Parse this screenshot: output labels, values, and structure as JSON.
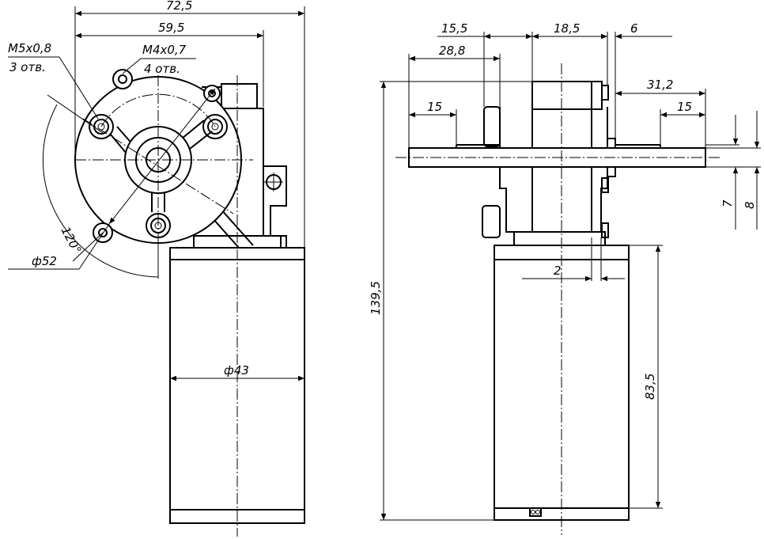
{
  "front_view": {
    "dim_width_total": "72,5",
    "dim_width_mount": "59,5",
    "thread_large": "M5x0,8",
    "thread_large_holes": "3 отв.",
    "thread_small": "M4x0,7",
    "thread_small_holes": "4 отв.",
    "dim_angle": "120°",
    "dim_flange_diameter": "ф52",
    "dim_motor_diameter": "ф43"
  },
  "side_view": {
    "dim_shaft_offset_1": "15,5",
    "dim_shaft_offset_2": "28,8",
    "dim_gear_width": "18,5",
    "dim_gap": "6",
    "dim_shaft_right": "31,2",
    "dim_key_left": "15",
    "dim_key_right": "15",
    "dim_shaft_thickness_1": "7",
    "dim_shaft_thickness_2": "8",
    "dim_total_height": "139,5",
    "dim_motor_height": "83,5",
    "dim_offset_small": "2"
  },
  "colors": {
    "line": "#000000",
    "background": "#ffffff"
  }
}
